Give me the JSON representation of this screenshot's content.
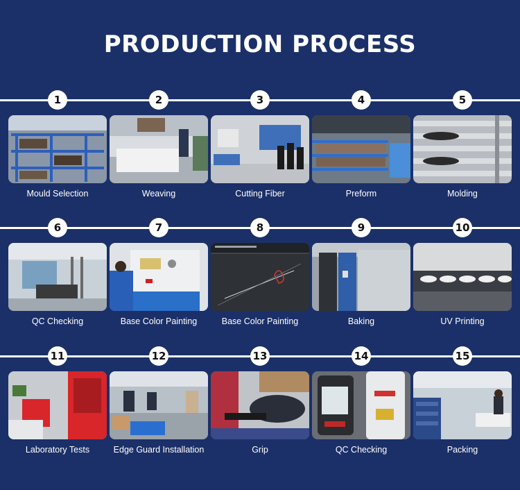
{
  "title": "PRODUCTION PROCESS",
  "steps": [
    {
      "number": "1",
      "label": "Mould Selection"
    },
    {
      "number": "2",
      "label": "Weaving"
    },
    {
      "number": "3",
      "label": "Cutting Fiber"
    },
    {
      "number": "4",
      "label": "Preform"
    },
    {
      "number": "5",
      "label": "Molding"
    },
    {
      "number": "6",
      "label": "QC Checking"
    },
    {
      "number": "7",
      "label": "Base Color Painting"
    },
    {
      "number": "8",
      "label": "Base Color Painting"
    },
    {
      "number": "9",
      "label": "Baking"
    },
    {
      "number": "10",
      "label": "UV Printing"
    },
    {
      "number": "11",
      "label": "Laboratory Tests"
    },
    {
      "number": "12",
      "label": "Edge Guard Installation"
    },
    {
      "number": "13",
      "label": "Grip"
    },
    {
      "number": "14",
      "label": "QC Checking"
    },
    {
      "number": "15",
      "label": "Packing"
    }
  ],
  "colors": {
    "background": "#1b3068",
    "line": "#ffffff",
    "text": "#ffffff"
  }
}
